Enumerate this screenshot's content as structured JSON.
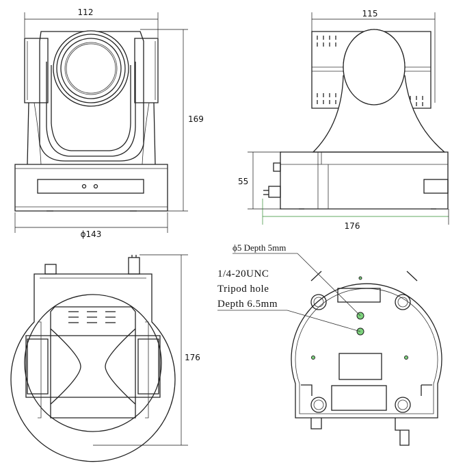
{
  "dimensions": {
    "front_width": "112",
    "front_height": "169",
    "base_diameter": "ϕ143",
    "side_width": "115",
    "side_height": "55",
    "side_depth": "176",
    "top_depth": "176"
  },
  "annotations": {
    "hole_diameter": "ϕ5 Depth 5mm",
    "tripod_line1": "1/4-20UNC",
    "tripod_line2": "Tripod hole",
    "tripod_line3": "Depth 6.5mm"
  },
  "colors": {
    "line": "#222222",
    "hole_fill": "#7dd27d",
    "dimension_line_accent": "#2e8b2e"
  }
}
